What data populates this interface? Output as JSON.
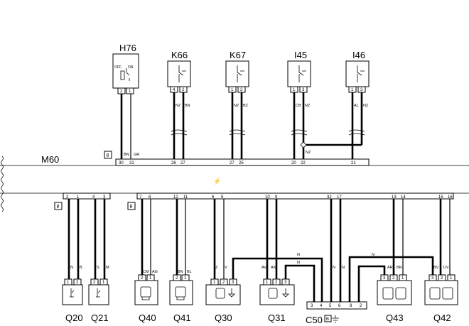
{
  "diagram": {
    "module": {
      "label": "M60",
      "badge": "B"
    },
    "connector_badges": [
      "B",
      "B"
    ],
    "top_components": [
      {
        "id": "H76",
        "pins": [
          "2",
          "1"
        ],
        "wires": [
          "BN",
          "GR"
        ],
        "terminals": [
          "30",
          "31"
        ],
        "switch": [
          "OFF",
          "ON"
        ]
      },
      {
        "id": "K66",
        "pins": [
          "4",
          "2"
        ],
        "wires": [
          "NZ",
          "BN"
        ],
        "terminals": [
          "26",
          "27"
        ]
      },
      {
        "id": "K67",
        "pins": [
          "1",
          "2"
        ],
        "wires": [
          "NZ",
          "BZ"
        ],
        "terminals": [
          "27",
          "25"
        ]
      },
      {
        "id": "I45",
        "pins": [
          "1",
          "3"
        ],
        "wires": [
          "CB",
          "NZ"
        ],
        "terminals": [
          "20",
          "22"
        ]
      },
      {
        "id": "I46",
        "pins": [
          "1",
          "3"
        ],
        "wires": [
          "AL",
          "NZ"
        ],
        "terminals": [
          "21"
        ]
      }
    ],
    "bus_wire_label": "NZ",
    "bottom_components": [
      {
        "id": "Q20",
        "pins": [
          "1",
          "2"
        ],
        "wires": [
          "N",
          "B"
        ],
        "terminals": [
          "2",
          "1"
        ]
      },
      {
        "id": "Q21",
        "pins": [
          "2",
          "1"
        ],
        "wires": [
          "S",
          "M"
        ],
        "terminals": [
          "4",
          "3"
        ]
      },
      {
        "id": "Q40",
        "pins": [
          "2",
          "1"
        ],
        "wires": [
          "CM",
          "AG"
        ],
        "terminals": [
          "7",
          "8"
        ]
      },
      {
        "id": "Q41",
        "pins": [
          "2",
          "1"
        ],
        "wires": [
          "BN",
          "BL"
        ],
        "terminals": [
          "12",
          "11"
        ]
      },
      {
        "id": "Q30",
        "pins": [
          "1",
          "2",
          "3"
        ],
        "wires": [
          "Z",
          "V"
        ],
        "terminals": [
          "6",
          "5"
        ]
      },
      {
        "id": "Q31",
        "pins": [
          "1",
          "2",
          "3"
        ],
        "wires": [
          "AV",
          "AN"
        ],
        "terminals": [
          "10",
          "9"
        ]
      },
      {
        "id": "Q43",
        "pins": [
          "3",
          "2",
          "1"
        ],
        "wires": [
          "AR",
          "BR"
        ],
        "terminals": [
          "13",
          "14"
        ]
      },
      {
        "id": "Q42",
        "pins": [
          "3",
          "2",
          "1"
        ],
        "wires": [
          "BV",
          "LN"
        ],
        "terminals": [
          "15",
          "16"
        ]
      }
    ],
    "ground_connector": {
      "id": "C50",
      "badge": "B",
      "pins": [
        "3",
        "4",
        "5",
        "6",
        "8",
        "2"
      ],
      "wires": [
        "N",
        "N"
      ],
      "terminals": [
        "32",
        "17"
      ]
    },
    "ground_wire_labels": [
      "N",
      "N",
      "N"
    ]
  }
}
